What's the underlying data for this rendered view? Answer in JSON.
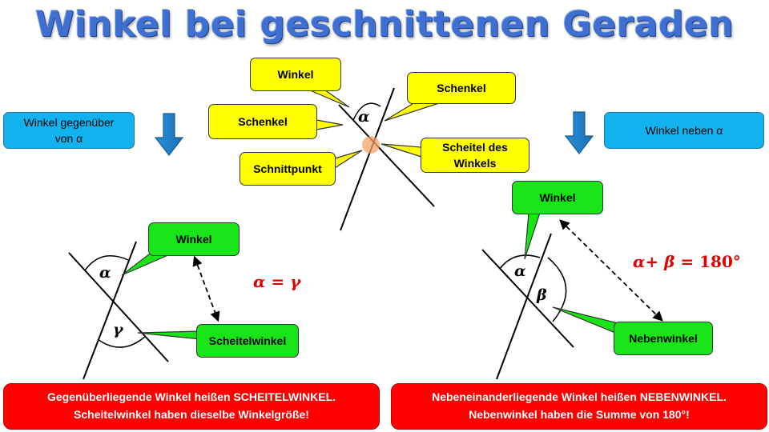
{
  "title": "Winkel bei geschnittenen Geraden",
  "top_diagram": {
    "label_winkel": "Winkel",
    "label_schenkel_left": "Schenkel",
    "label_schenkel_right": "Schenkel",
    "label_schnittpunkt": "Schnittpunkt",
    "label_scheitel_line1": "Scheitel des",
    "label_scheitel_line2": "Winkels",
    "angle_symbol": "α"
  },
  "left_section": {
    "header_line1": "Winkel gegenüber",
    "header_line2": "von α",
    "label_winkel": "Winkel",
    "label_scheitelwinkel": "Scheitelwinkel",
    "angle_alpha": "α",
    "angle_gamma": "γ",
    "eq_lhs": "α",
    "eq_op": "=",
    "eq_rhs": "γ",
    "footer_line1": "Gegenüberliegende Winkel heißen SCHEITELWINKEL.",
    "footer_line2": "Scheitelwinkel haben dieselbe Winkelgröße!"
  },
  "right_section": {
    "header": "Winkel neben α",
    "label_winkel": "Winkel",
    "label_nebenwinkel": "Nebenwinkel",
    "angle_alpha": "α",
    "angle_beta": "β",
    "eq_a": "α",
    "eq_plus": "+",
    "eq_b": "β",
    "eq_eq": "=",
    "eq_value": "180°",
    "footer_line1": "Nebeneinanderliegende Winkel heißen NEBENWINKEL.",
    "footer_line2": "Nebenwinkel haben die Summe von 180°!"
  },
  "colors": {
    "yellow": "#ffff00",
    "green": "#18e418",
    "blue": "#12b2ee",
    "red": "#ff0000",
    "accent_red_text": "#e00000",
    "title_blue": "#3f6fd0"
  }
}
